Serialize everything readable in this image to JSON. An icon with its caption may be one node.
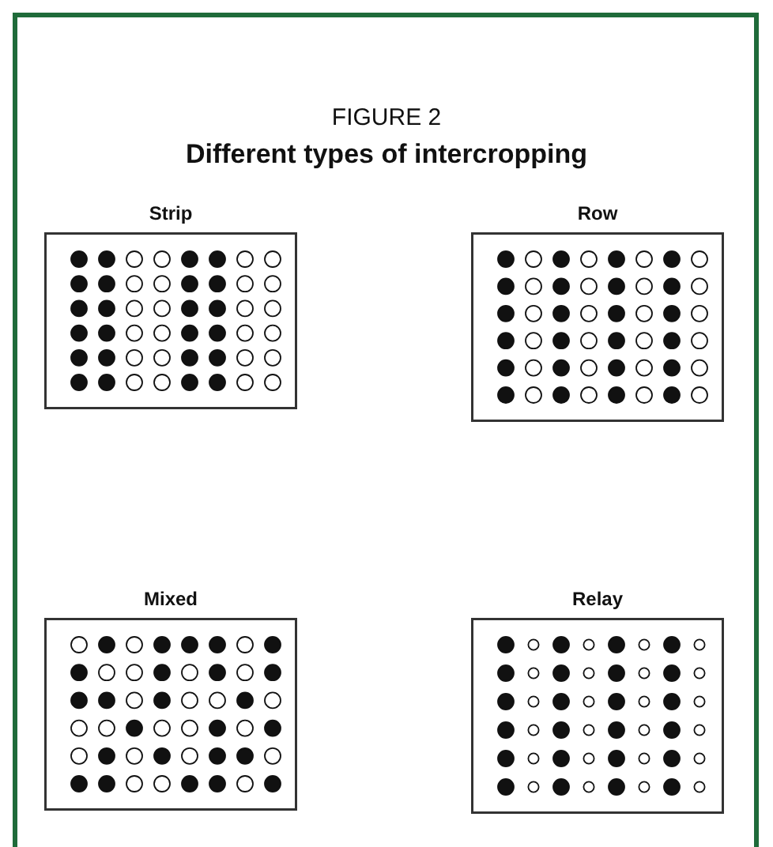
{
  "diagram": {
    "title": "Different types of intercropping",
    "nodes": [
      {
        "text": [
          "Strip"
        ]
      },
      {
        "text": [
          "Row"
        ]
      },
      {
        "text": [
          "Mixed"
        ]
      },
      {
        "text": [
          "Relay"
        ]
      }
    ],
    "labels": [
      "FIGURE 2"
    ]
  }
}
